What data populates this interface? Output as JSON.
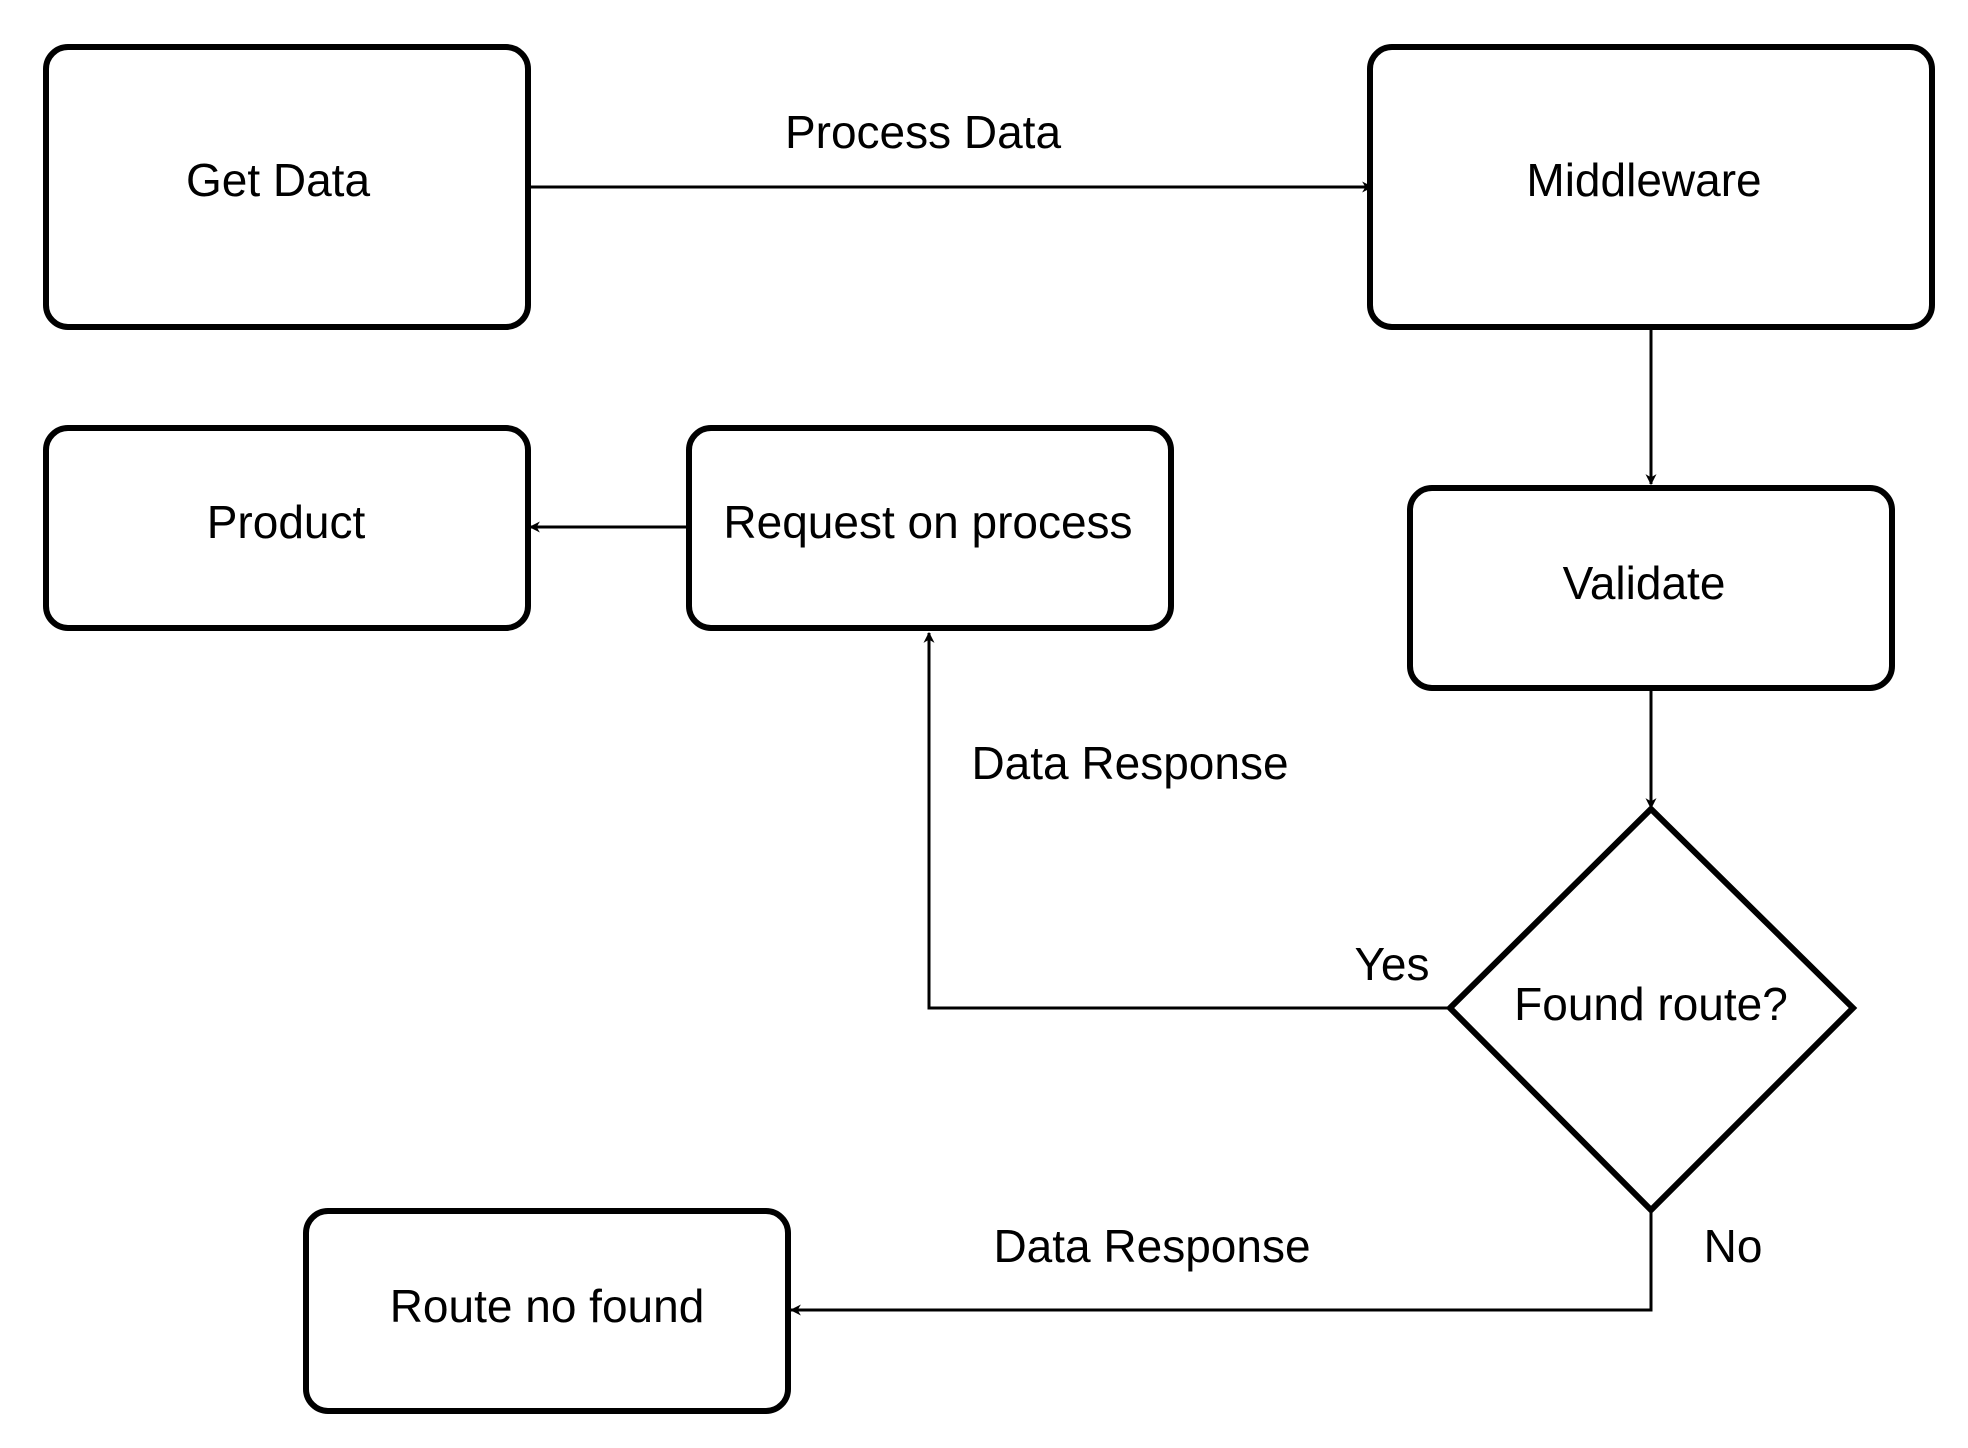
{
  "diagram": {
    "nodes": {
      "get_data": "Get Data",
      "middleware": "Middleware",
      "validate": "Validate",
      "found_route": "Found route?",
      "request_on_process": "Request on process",
      "product": "Product",
      "route_no_found": "Route no found"
    },
    "edges": {
      "process_data": "Process Data",
      "data_response_yes": "Data Response",
      "yes": "Yes",
      "data_response_no": "Data Response",
      "no": "No"
    }
  }
}
